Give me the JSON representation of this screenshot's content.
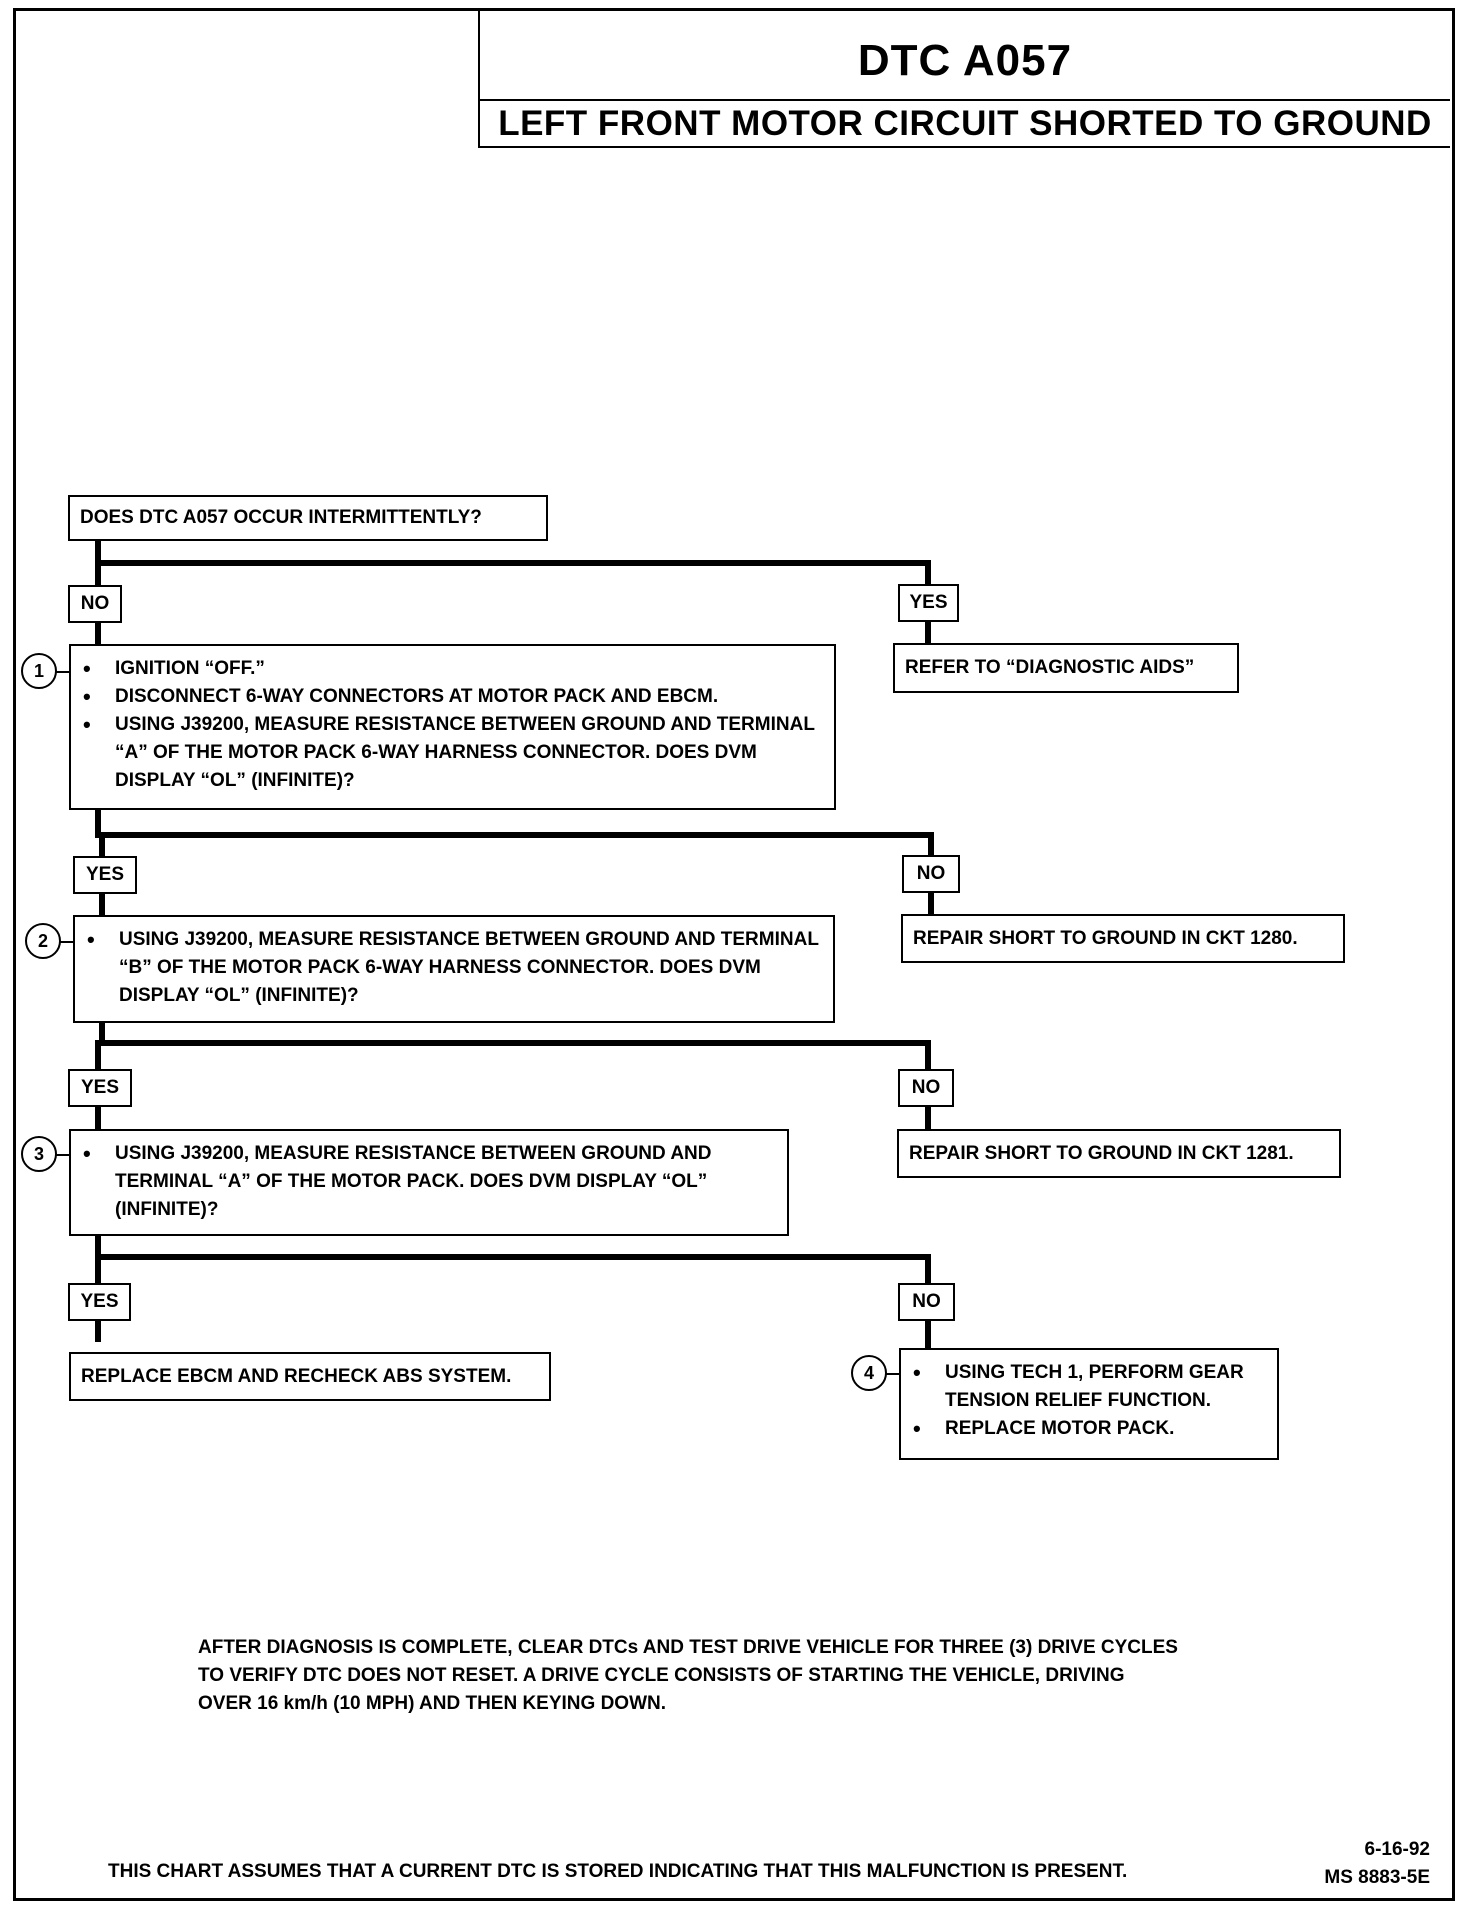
{
  "header": {
    "title": "DTC A057",
    "subtitle": "LEFT FRONT MOTOR CIRCUIT SHORTED TO GROUND"
  },
  "flow": {
    "start_question": "DOES DTC A057 OCCUR INTERMITTENTLY?",
    "branch_labels": {
      "b0_no": "NO",
      "b0_yes": "YES",
      "b1_yes": "YES",
      "b1_no": "NO",
      "b2_yes": "YES",
      "b2_no": "NO",
      "b3_yes": "YES",
      "b3_no": "NO"
    },
    "yes_result": "REFER TO “DIAGNOSTIC AIDS”",
    "steps": [
      {
        "number": "1",
        "lines": [
          "IGNITION “OFF.”",
          "DISCONNECT 6-WAY CONNECTORS AT MOTOR PACK AND EBCM.",
          "USING J39200, MEASURE RESISTANCE BETWEEN GROUND AND TERMINAL “A” OF THE MOTOR PACK 6-WAY HARNESS CONNECTOR. DOES DVM DISPLAY “OL” (INFINITE)?"
        ]
      },
      {
        "number": "2",
        "lines": [
          "USING J39200, MEASURE RESISTANCE BETWEEN GROUND AND TERMINAL “B” OF THE MOTOR PACK 6-WAY HARNESS CONNECTOR. DOES DVM DISPLAY “OL” (INFINITE)?"
        ]
      },
      {
        "number": "3",
        "lines": [
          "USING J39200, MEASURE RESISTANCE BETWEEN GROUND AND TERMINAL “A” OF THE MOTOR PACK. DOES DVM DISPLAY “OL” (INFINITE)?"
        ]
      },
      {
        "number": "4",
        "lines": [
          "USING TECH 1, PERFORM GEAR TENSION RELIEF FUNCTION.",
          "REPLACE MOTOR PACK."
        ]
      }
    ],
    "repair_1280": "REPAIR SHORT TO GROUND IN CKT 1280.",
    "repair_1281": "REPAIR SHORT TO GROUND IN CKT 1281.",
    "replace_ebcm": "REPLACE EBCM AND RECHECK ABS SYSTEM."
  },
  "note": "AFTER DIAGNOSIS IS COMPLETE, CLEAR DTCs AND TEST DRIVE VEHICLE FOR THREE (3) DRIVE CYCLES TO VERIFY DTC DOES NOT RESET. A DRIVE CYCLE CONSISTS OF STARTING THE VEHICLE, DRIVING OVER 16 km/h (10 MPH) AND THEN KEYING DOWN.",
  "footer": {
    "assumption": "THIS CHART ASSUMES THAT A CURRENT DTC IS STORED INDICATING THAT THIS MALFUNCTION IS PRESENT.",
    "date": "6-16-92",
    "code": "MS 8883-5E"
  }
}
